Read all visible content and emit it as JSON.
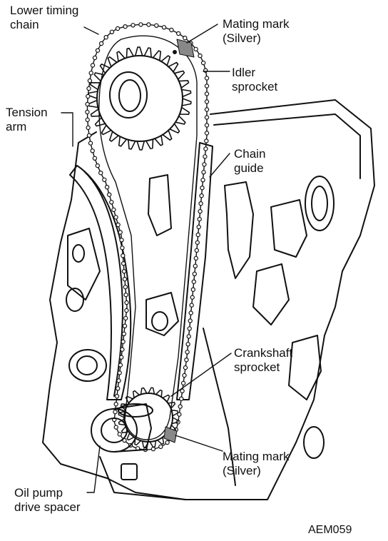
{
  "labels": {
    "lower_timing_chain": [
      "Lower timing",
      "chain"
    ],
    "mating_mark_top": [
      "Mating mark",
      "(Silver)"
    ],
    "idler_sprocket": [
      "Idler",
      "sprocket"
    ],
    "tension_arm": [
      "Tension",
      "arm"
    ],
    "chain_guide": [
      "Chain",
      "guide"
    ],
    "crankshaft_sprocket": [
      "Crankshaft",
      "sprocket"
    ],
    "mating_mark_bottom": [
      "Mating mark",
      "(Silver)"
    ],
    "oil_pump_drive_spacer": [
      "Oil pump",
      "drive spacer"
    ]
  },
  "figure_code": "AEM059",
  "colors": {
    "ink": "#111111",
    "paper": "#ffffff",
    "mark": "#666666"
  }
}
